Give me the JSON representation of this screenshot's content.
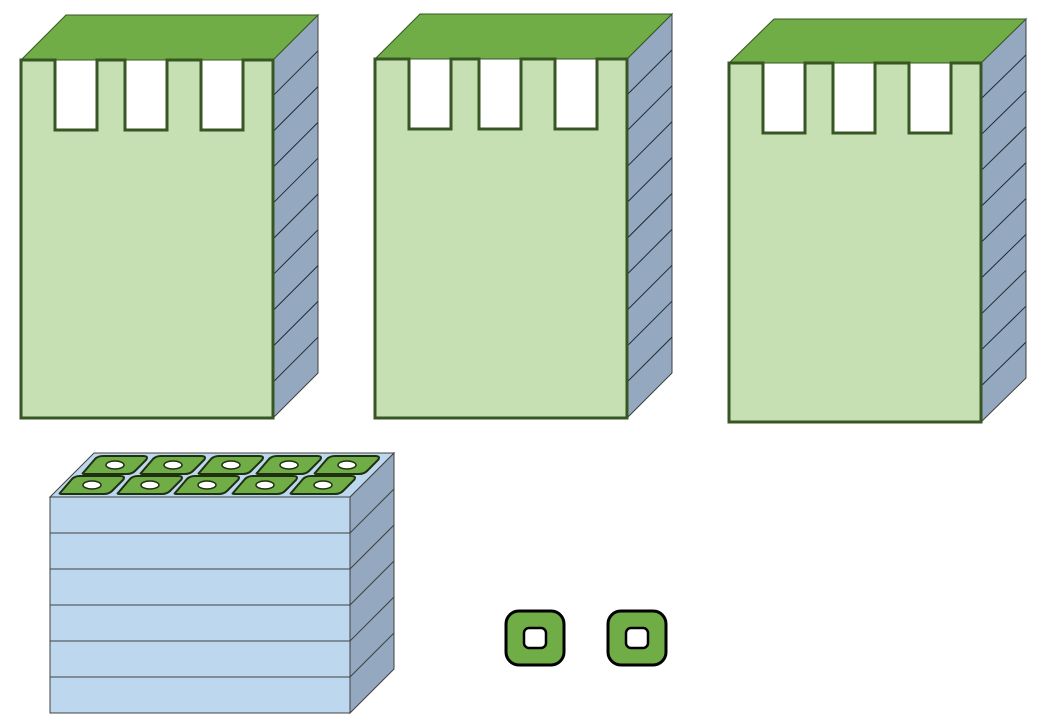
{
  "diagram": {
    "kind": "isometric-blocks",
    "colors": {
      "block_front": "#c6e0b4",
      "block_top": "#70ad47",
      "block_side": "#94a9bf",
      "block_outline": "#375623",
      "stack_layer": "#bdd7ee",
      "stack_side": "#94a9bf",
      "stack_outline": "#404040",
      "pad_fill": "#70ad47",
      "pad_hole": "#ffffff",
      "pad_outline": "#000000"
    },
    "modules": [
      {
        "id": "module-1",
        "notch_count": 3,
        "side_stripes": 10
      },
      {
        "id": "module-2",
        "notch_count": 3,
        "side_stripes": 10
      },
      {
        "id": "module-3",
        "notch_count": 3,
        "side_stripes": 10
      }
    ],
    "stack": {
      "id": "layer-stack",
      "layer_count": 6,
      "top_pad_rows": 2,
      "top_pads_per_row": 5
    },
    "pads": [
      {
        "id": "pad-1"
      },
      {
        "id": "pad-2"
      }
    ]
  }
}
